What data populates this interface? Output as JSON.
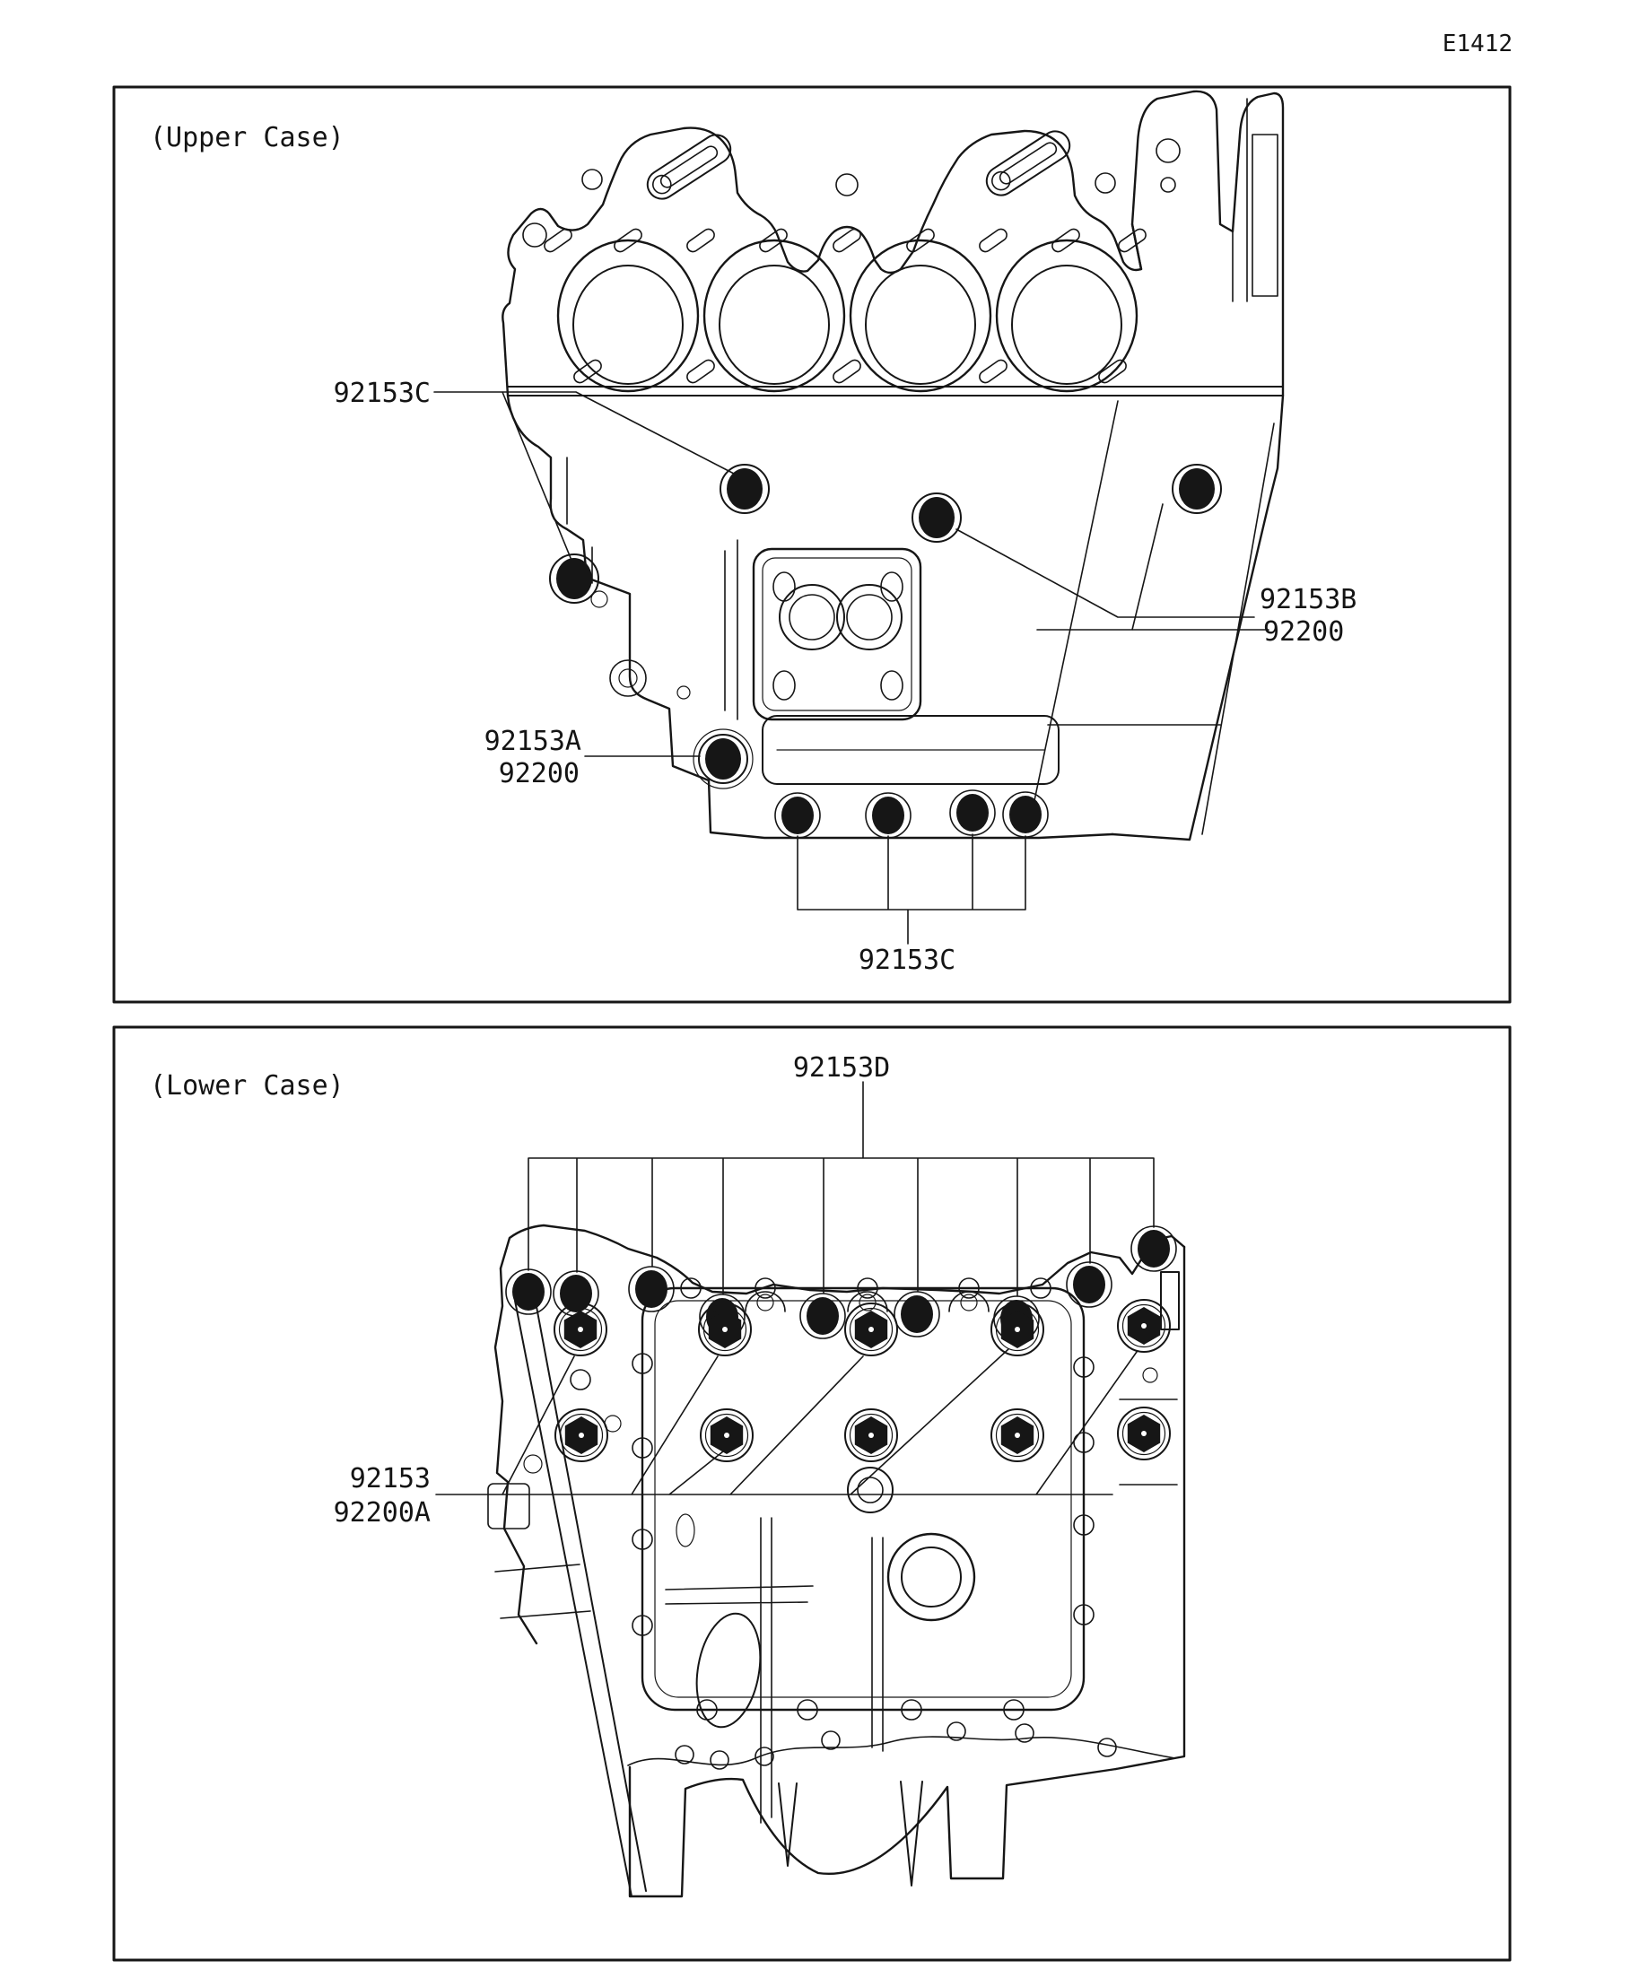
{
  "document": {
    "code": "E1412"
  },
  "upper_panel": {
    "caption": "(Upper Case)",
    "callouts": {
      "left_bolt": "92153C",
      "right_bolt": "92153B",
      "right_crankcase": "92200",
      "lower_left_bolt": "92153A",
      "lower_left_crankcase": "92200",
      "bottom_bolts": "92153C"
    }
  },
  "lower_panel": {
    "caption": "(Lower Case)",
    "callouts": {
      "top_bolts": "92153D",
      "left_bolt": "92153",
      "left_crankcase": "92200A"
    }
  },
  "style": {
    "line_color": "#161616",
    "background": "#ffffff"
  }
}
